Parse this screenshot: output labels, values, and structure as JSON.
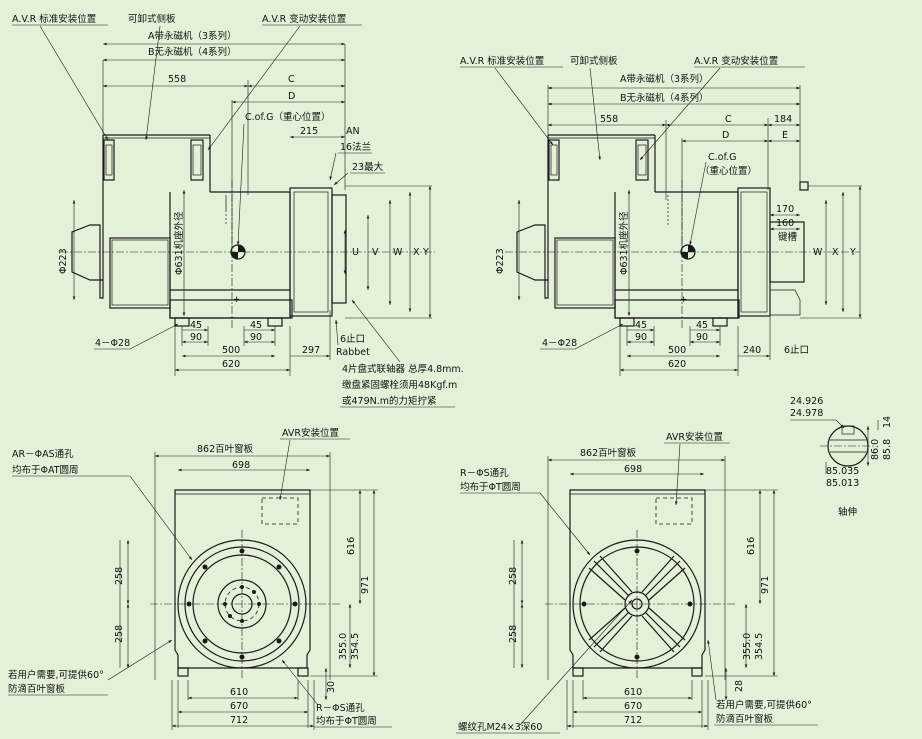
{
  "colors": {
    "background": "#e2f1d8",
    "ink": "#1a1a1a"
  },
  "side_view_3": {
    "labels": {
      "avr_std": "A.V.R 标准安装位置",
      "removable_panel": "可卸式侧板",
      "avr_var": "A.V.R 变动安装位置",
      "a_series": "A带永磁机（3系列）",
      "b_series": "B无永磁机（4系列）",
      "d558": "558",
      "C": "C",
      "D": "D",
      "cog": "C.of.G（重心位置）",
      "d215": "215",
      "AN": "AN",
      "flange16": "16法兰",
      "max23": "23最大",
      "d223": "Φ223",
      "d631": "Φ631机座外径",
      "U": "U",
      "V": "V",
      "W": "W",
      "X": "X",
      "Y": "Y",
      "holes": "4－Φ28",
      "d45a": "45",
      "d90a": "90",
      "d45b": "45",
      "d90b": "90",
      "d500": "500",
      "d620": "620",
      "d297": "297",
      "spigot": "6止口",
      "rabbet": "Rabbet",
      "note1": "4片盘式联轴器 总厚4.8mm.",
      "note2": "缴盘紧固螺栓须用48Kgf.m",
      "note3": "或479N.m的力矩拧紧"
    }
  },
  "side_view_4": {
    "labels": {
      "avr_std": "A.V.R 标准安装位置",
      "removable_panel": "可卸式侧板",
      "avr_var": "A.V.R 变动安装位置",
      "a_series": "A带永磁机（3系列）",
      "b_series": "B无永磁机（4系列）",
      "d558": "558",
      "C": "C",
      "d184": "184",
      "D": "D",
      "E": "E",
      "cog": "C.of.G",
      "cog2": "（重心位置）",
      "d170": "170",
      "d160": "160",
      "keyway": "键槽",
      "d223": "Φ223",
      "d631": "Φ631机座外径",
      "W": "W",
      "X": "X",
      "Y": "Y",
      "holes": "4－Φ28",
      "d45a": "45",
      "d90a": "90",
      "d45b": "45",
      "d90b": "90",
      "d500": "500",
      "d620": "620",
      "d240": "240",
      "spigot": "6止口"
    }
  },
  "shaft_detail": {
    "labels": {
      "d24926": "24.926",
      "d24978": "24.978",
      "d14": "14",
      "d86_0": "86.0",
      "d85_8": "85.8",
      "d85035": "85.035",
      "d85013": "85.013",
      "caption": "轴伸"
    }
  },
  "end_view_1": {
    "labels": {
      "ar_holes": "AR－ΦAS通孔",
      "ar_pcd": "均布于ΦAT圆周",
      "louver": "862百叶窗板",
      "avr_pos": "AVR安装位置",
      "d698": "698",
      "d616": "616",
      "d971": "971",
      "d258a": "258",
      "d258b": "258",
      "d355_0": "355.0",
      "d354_5": "354.5",
      "opt1": "若用户需要,可提供60°",
      "opt2": "防滴百叶窗板",
      "d610": "610",
      "d670": "670",
      "d712": "712",
      "d30": "30",
      "r_holes": "R－ΦS通孔",
      "r_pcd": "均布于ΦT圆周"
    }
  },
  "end_view_2": {
    "labels": {
      "r_holes": "R－ΦS通孔",
      "r_pcd": "均布于ΦT圆周",
      "louver": "862百叶窗板",
      "avr_pos": "AVR安装位置",
      "d698": "698",
      "d616": "616",
      "d971": "971",
      "d258a": "258",
      "d258b": "258",
      "d355_0": "355.0",
      "d354_5": "354.5",
      "d610": "610",
      "d670": "670",
      "d712": "712",
      "d28": "28",
      "thread": "螺纹孔M24×3深60",
      "opt1": "若用户需要,可提供60°",
      "opt2": "防滴百叶窗板"
    }
  }
}
